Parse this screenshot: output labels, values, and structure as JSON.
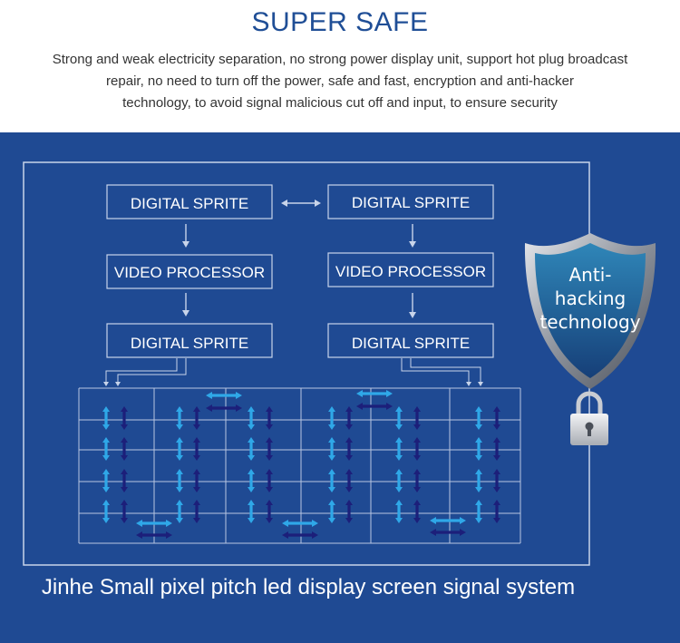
{
  "header": {
    "title": "SUPER SAFE",
    "description": [
      "Strong and weak electricity separation, no strong power display unit, support hot plug broadcast",
      "repair,  no need to turn off the power, safe and fast, encryption and anti-hacker",
      "technology, to avoid signal malicious cut off and input, to ensure security"
    ]
  },
  "diagram": {
    "left_column": [
      "DIGITAL SPRITE",
      "VIDEO PROCESSOR",
      "DIGITAL SPRITE"
    ],
    "right_column": [
      "DIGITAL SPRITE",
      "VIDEO PROCESSOR",
      "DIGITAL SPRITE"
    ],
    "shield_text": [
      "Anti-",
      "hacking",
      "technology"
    ],
    "caption": "Jinhe Small pixel pitch led display screen signal system"
  },
  "colors": {
    "background": "#1f4a93",
    "title": "#1f4e96",
    "arrow_light": "#2fa8e8",
    "arrow_dark": "#1c1f7a"
  },
  "icons": [
    "shield-icon",
    "padlock-icon",
    "double-arrow-icon"
  ]
}
